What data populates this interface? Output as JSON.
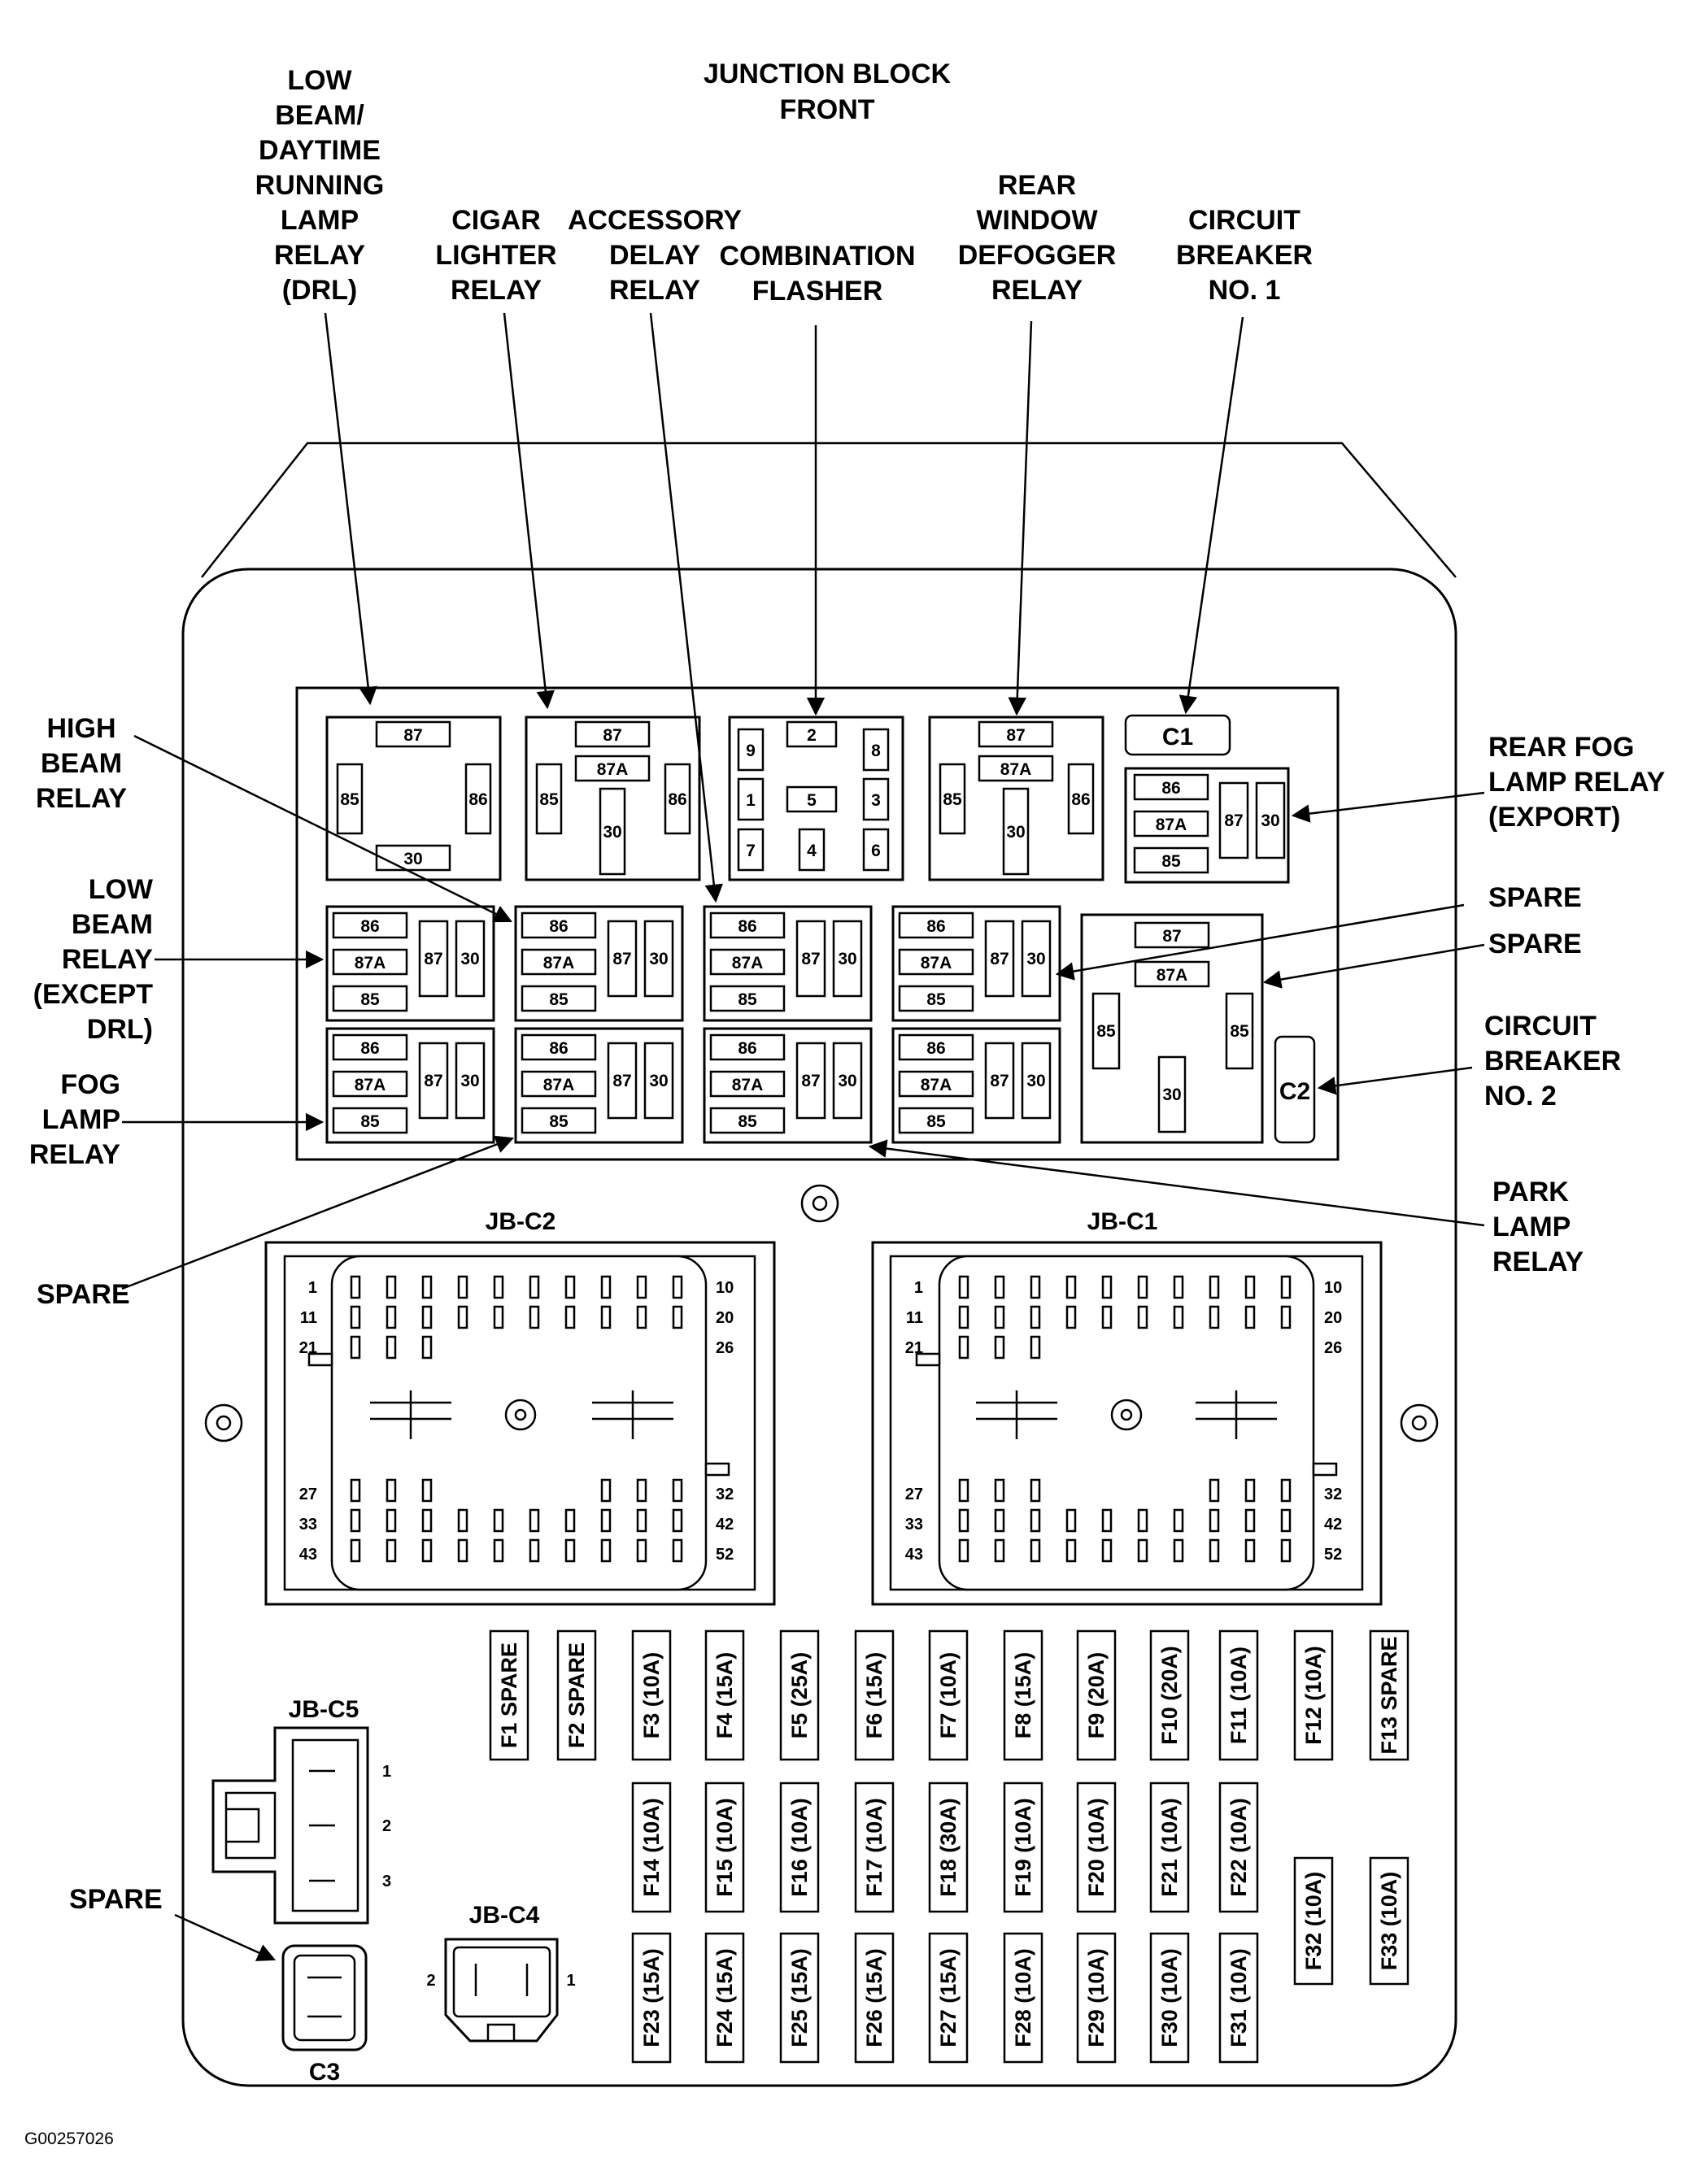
{
  "title_lines": [
    "JUNCTION BLOCK",
    "FRONT"
  ],
  "figure_id": "G00257026",
  "callouts": {
    "low_beam_drl_relay": [
      "LOW",
      "BEAM/",
      "DAYTIME",
      "RUNNING",
      "LAMP",
      "RELAY",
      "(DRL)"
    ],
    "cigar_lighter_relay": [
      "CIGAR",
      "LIGHTER",
      "RELAY"
    ],
    "accessory_delay_relay": [
      "ACCESSORY",
      "DELAY",
      "RELAY"
    ],
    "combination_flasher": [
      "COMBINATION",
      "FLASHER"
    ],
    "rear_window_defogger_relay": [
      "REAR",
      "WINDOW",
      "DEFOGGER",
      "RELAY"
    ],
    "circuit_breaker_1": [
      "CIRCUIT",
      "BREAKER",
      "NO. 1"
    ],
    "high_beam_relay": [
      "HIGH",
      "BEAM",
      "RELAY"
    ],
    "low_beam_relay_except_drl": [
      "LOW",
      "BEAM",
      "RELAY",
      "(EXCEPT",
      "DRL)"
    ],
    "fog_lamp_relay": [
      "FOG",
      "LAMP",
      "RELAY"
    ],
    "spare_left": [
      "SPARE"
    ],
    "rear_fog_lamp_relay": [
      "REAR FOG",
      "LAMP RELAY",
      "(EXPORT)"
    ],
    "spare_right_1": [
      "SPARE"
    ],
    "spare_right_2": [
      "SPARE"
    ],
    "circuit_breaker_2": [
      "CIRCUIT",
      "BREAKER",
      "NO. 2"
    ],
    "park_lamp_relay": [
      "PARK",
      "LAMP",
      "RELAY"
    ],
    "spare_c3": [
      "SPARE"
    ]
  },
  "relay_pins": {
    "p87": "87",
    "p87a": "87A",
    "p86": "86",
    "p85": "85",
    "p30": "30"
  },
  "flasher_pins": [
    "9",
    "2",
    "8",
    "1",
    "5",
    "3",
    "7",
    "4",
    "6"
  ],
  "breakers": {
    "c1": "C1",
    "c2": "C2"
  },
  "connectors": {
    "jb_c2": {
      "name": "JB-C2",
      "left_pins": [
        "1",
        "11",
        "21",
        "27",
        "33",
        "43"
      ],
      "right_pins": [
        "10",
        "20",
        "26",
        "32",
        "42",
        "52"
      ]
    },
    "jb_c1": {
      "name": "JB-C1",
      "left_pins": [
        "1",
        "11",
        "21",
        "27",
        "33",
        "43"
      ],
      "right_pins": [
        "10",
        "20",
        "26",
        "32",
        "42",
        "52"
      ]
    },
    "jb_c5": {
      "name": "JB-C5",
      "pins": [
        "1",
        "2",
        "3"
      ]
    },
    "jb_c4": {
      "name": "JB-C4",
      "pins": [
        "2",
        "1"
      ]
    },
    "c3": {
      "name": "C3"
    }
  },
  "fuses_row1": [
    "F1 SPARE",
    "F2 SPARE",
    "F3 (10A)",
    "F4 (15A)",
    "F5 (25A)",
    "F6 (15A)",
    "F7 (10A)",
    "F8 (15A)",
    "F9 (20A)",
    "F10 (20A)",
    "F11 (10A)",
    "F12 (10A)",
    "F13 SPARE"
  ],
  "fuses_row2": [
    "F14 (10A)",
    "F15 (10A)",
    "F16 (10A)",
    "F17 (10A)",
    "F18 (30A)",
    "F19 (10A)",
    "F20 (10A)",
    "F21 (10A)",
    "F22 (10A)"
  ],
  "fuses_row3": [
    "F23 (15A)",
    "F24 (15A)",
    "F25 (15A)",
    "F26 (15A)",
    "F27 (15A)",
    "F28 (10A)",
    "F29 (10A)",
    "F30 (10A)",
    "F31 (10A)"
  ],
  "fuses_side": [
    "F32 (10A)",
    "F33 (10A)"
  ]
}
